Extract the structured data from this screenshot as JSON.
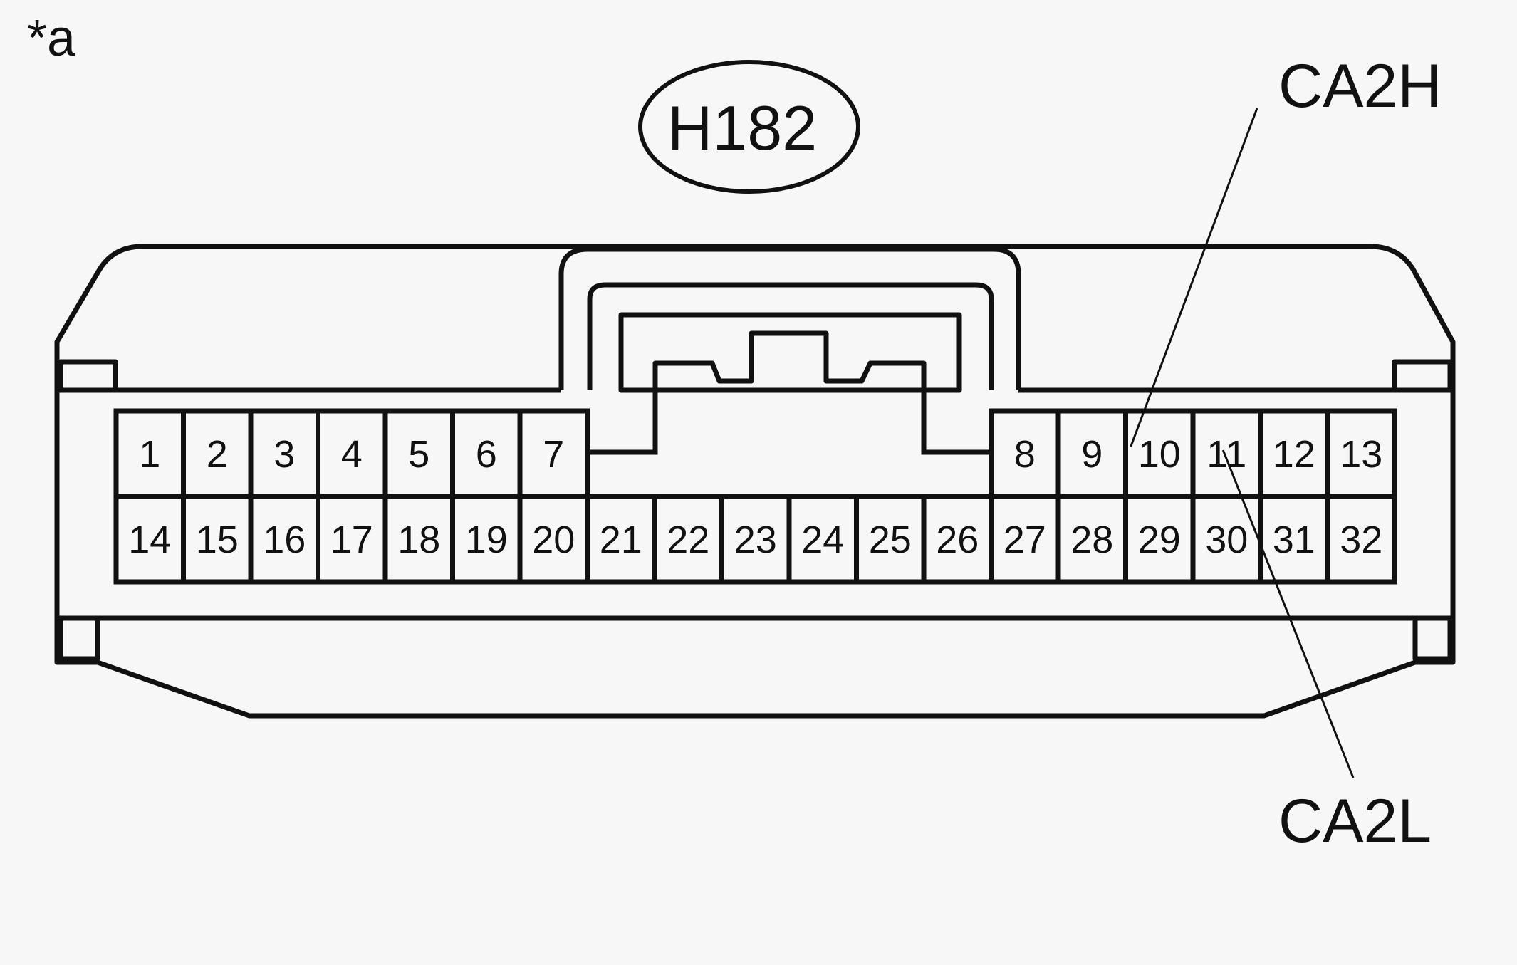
{
  "figure": {
    "tag": "*a",
    "connector_id": "H182"
  },
  "pins": {
    "top_left": [
      "1",
      "2",
      "3",
      "4",
      "5",
      "6",
      "7"
    ],
    "top_right": [
      "8",
      "9",
      "10",
      "11",
      "12",
      "13"
    ],
    "bottom": [
      "14",
      "15",
      "16",
      "17",
      "18",
      "19",
      "20",
      "21",
      "22",
      "23",
      "24",
      "25",
      "26",
      "27",
      "28",
      "29",
      "30",
      "31",
      "32"
    ]
  },
  "callouts": [
    {
      "label": "CA2H",
      "pin": "10"
    },
    {
      "label": "CA2L",
      "pin": "11"
    }
  ]
}
